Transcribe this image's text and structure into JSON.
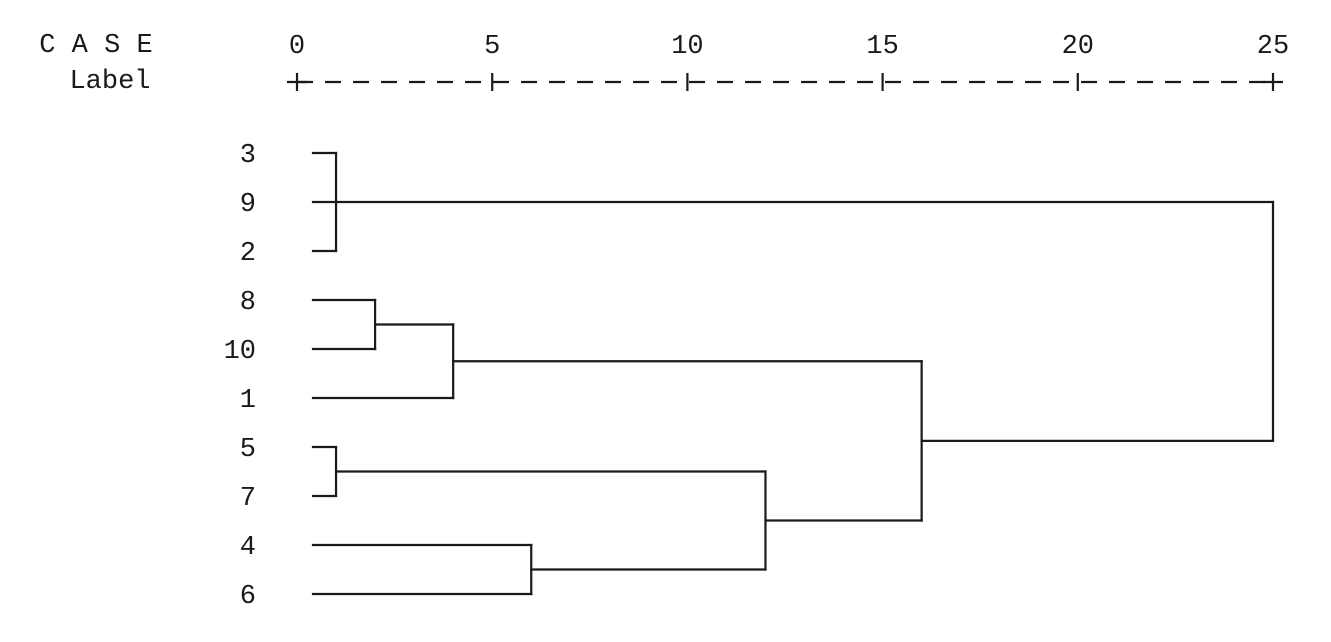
{
  "chart_data": {
    "type": "dendrogram",
    "header": {
      "line1": "C A S E",
      "line2": "Label"
    },
    "x_ticks": [
      0,
      5,
      10,
      15,
      20,
      25
    ],
    "x_range": [
      0,
      25
    ],
    "leaves": [
      "3",
      "9",
      "2",
      "8",
      "10",
      "1",
      "5",
      "7",
      "4",
      "6"
    ],
    "merges": [
      {
        "members": [
          "3",
          "9",
          "2"
        ],
        "distance": 1
      },
      {
        "members": [
          "8",
          "10"
        ],
        "distance": 2
      },
      {
        "members": [
          "5",
          "7"
        ],
        "distance": 1
      },
      {
        "members": [
          "4",
          "6"
        ],
        "distance": 6
      },
      {
        "members": [
          "8",
          "10",
          "1"
        ],
        "distance": 4
      },
      {
        "members": [
          "5",
          "7",
          "4",
          "6"
        ],
        "distance": 12
      },
      {
        "members": [
          "8",
          "10",
          "1",
          "5",
          "7",
          "4",
          "6"
        ],
        "distance": 16
      },
      {
        "members": [
          "3",
          "9",
          "2",
          "8",
          "10",
          "1",
          "5",
          "7",
          "4",
          "6"
        ],
        "distance": 25
      }
    ],
    "line_color": "#1a1a1a"
  }
}
